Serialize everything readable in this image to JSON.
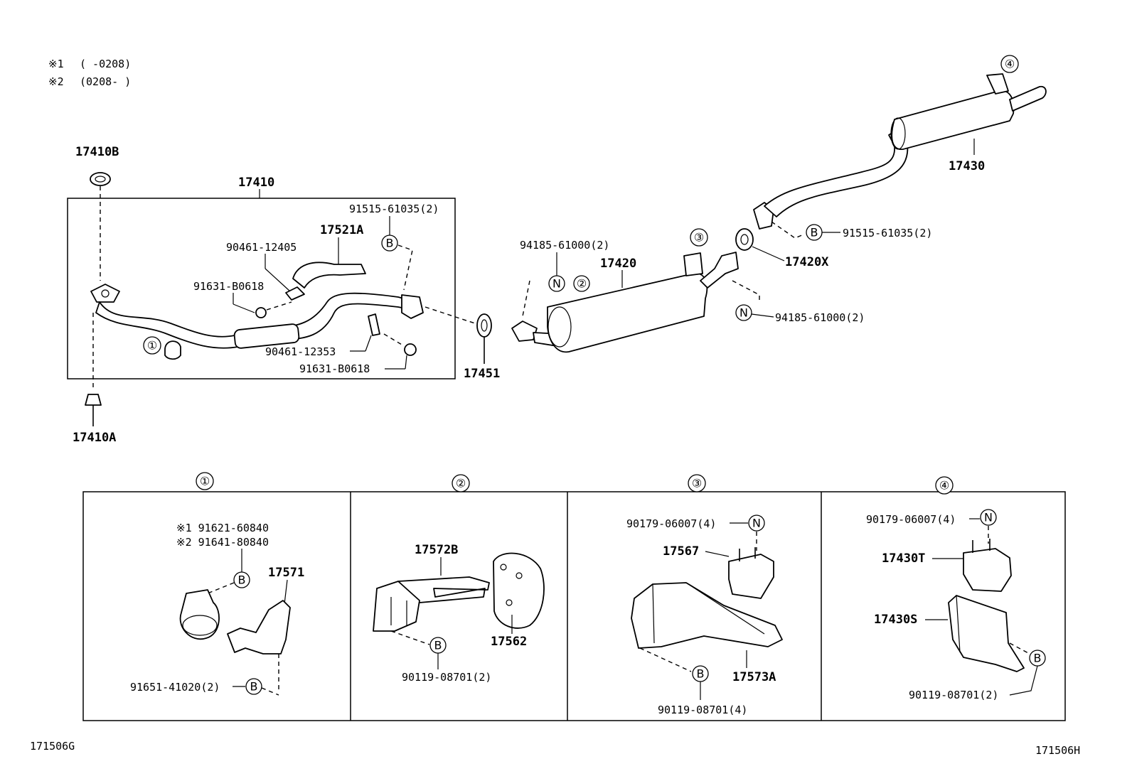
{
  "notes": [
    {
      "mark": "※1",
      "range": "(      -0208)"
    },
    {
      "mark": "※2",
      "range": "(0208-      )"
    }
  ],
  "callout_letters": {
    "b": "B",
    "n": "N"
  },
  "panel_numbers": [
    "①",
    "②",
    "③",
    "④"
  ],
  "upper_labels": {
    "p17410B": "17410B",
    "p17410": "17410",
    "p17410A": "17410A",
    "p91515_a": "91515-61035(2)",
    "p17521A": "17521A",
    "p90461_12405": "90461-12405",
    "p91631_a": "91631-B0618",
    "p90461_12353": "90461-12353",
    "p91631_b": "91631-B0618",
    "p17451": "17451",
    "p94185_a": "94185-61000(2)",
    "p17420": "17420",
    "p17420X": "17420X",
    "p94185_b": "94185-61000(2)",
    "p91515_b": "91515-61035(2)",
    "p17430": "17430"
  },
  "panel1": {
    "note1": "※1 91621-60840",
    "note2": "※2 91641-80840",
    "p17571": "17571",
    "bolt": "91651-41020(2)"
  },
  "panel2": {
    "p17572B": "17572B",
    "p17562": "17562",
    "bolt": "90119-08701(2)"
  },
  "panel3": {
    "nut": "90179-06007(4)",
    "p17567": "17567",
    "p17573A": "17573A",
    "bolt": "90119-08701(4)"
  },
  "panel4": {
    "nut": "90179-06007(4)",
    "p17430T": "17430T",
    "p17430S": "17430S",
    "bolt": "90119-08701(2)"
  },
  "footer": {
    "left_code": "171506G",
    "right_code": "171506H"
  }
}
